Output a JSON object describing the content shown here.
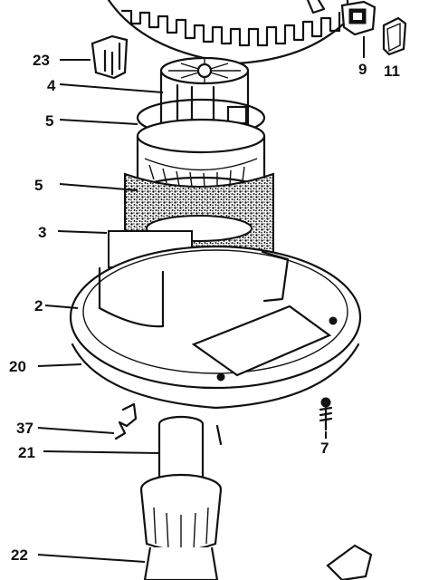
{
  "callouts": {
    "c23": "23",
    "c4": "4",
    "c5a": "5",
    "c5b": "5",
    "c3": "3",
    "c2": "2",
    "c20": "20",
    "c37": "37",
    "c21": "21",
    "c22": "22",
    "c9": "9",
    "c11": "11",
    "c7": "7"
  },
  "colors": {
    "ink": "#111111",
    "paper": "#ffffff"
  }
}
